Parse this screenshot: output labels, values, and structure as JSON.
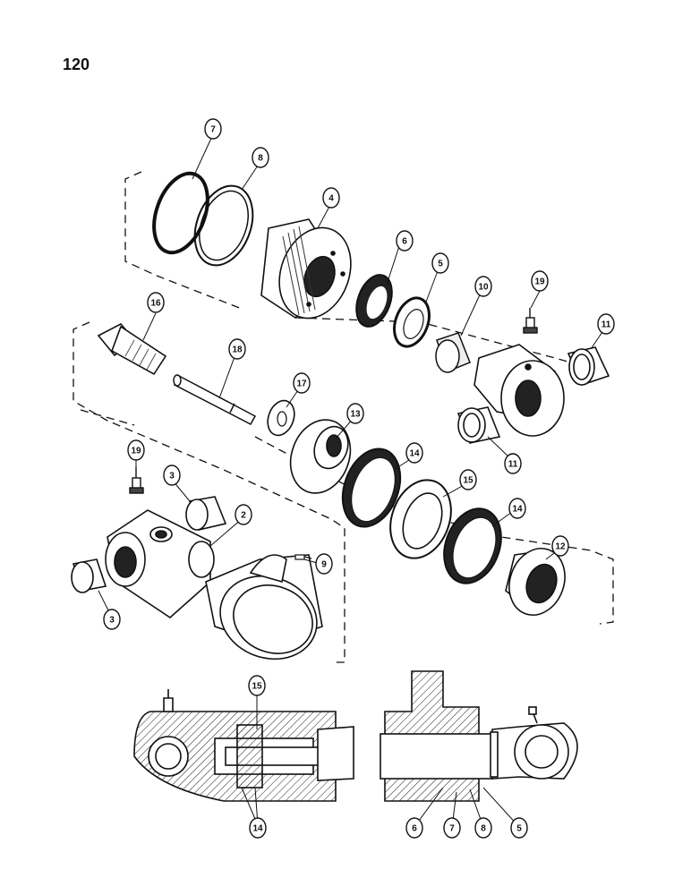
{
  "page_number": "120",
  "callouts": [
    {
      "id": "c7-top",
      "label": "7"
    },
    {
      "id": "c8-top",
      "label": "8"
    },
    {
      "id": "c4",
      "label": "4"
    },
    {
      "id": "c6-top",
      "label": "6"
    },
    {
      "id": "c5-top",
      "label": "5"
    },
    {
      "id": "c10",
      "label": "10"
    },
    {
      "id": "c19-right",
      "label": "19"
    },
    {
      "id": "c11-top",
      "label": "11"
    },
    {
      "id": "c16",
      "label": "16"
    },
    {
      "id": "c18",
      "label": "18"
    },
    {
      "id": "c17",
      "label": "17"
    },
    {
      "id": "c13",
      "label": "13"
    },
    {
      "id": "c11-mid",
      "label": "11"
    },
    {
      "id": "c14-a",
      "label": "14"
    },
    {
      "id": "c15-top",
      "label": "15"
    },
    {
      "id": "c14-b",
      "label": "14"
    },
    {
      "id": "c12",
      "label": "12"
    },
    {
      "id": "c19-left",
      "label": "19"
    },
    {
      "id": "c3-top",
      "label": "3"
    },
    {
      "id": "c2",
      "label": "2"
    },
    {
      "id": "c9",
      "label": "9"
    },
    {
      "id": "c3-bottom",
      "label": "3"
    },
    {
      "id": "c15-section",
      "label": "15"
    },
    {
      "id": "c14-section",
      "label": "14"
    },
    {
      "id": "c6-section",
      "label": "6"
    },
    {
      "id": "c7-section",
      "label": "7"
    },
    {
      "id": "c8-section",
      "label": "8"
    },
    {
      "id": "c5-section",
      "label": "5"
    }
  ]
}
